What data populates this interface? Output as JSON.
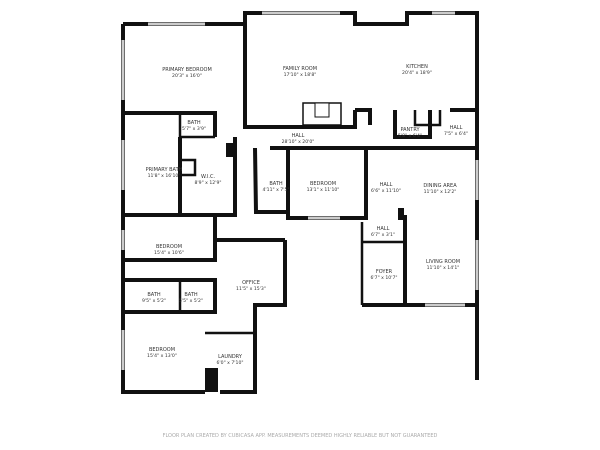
{
  "rooms": {
    "primary_bedroom": {
      "name": "PRIMARY BEDROOM",
      "dim": "20'3\" x 16'0\""
    },
    "family_room": {
      "name": "FAMILY ROOM",
      "dim": "17'10\" x 18'8\""
    },
    "kitchen": {
      "name": "KITCHEN",
      "dim": "20'4\" x 18'9\""
    },
    "bath_primary_small": {
      "name": "BATH",
      "dim": "5'7\" x 3'9\""
    },
    "hall_main": {
      "name": "HALL",
      "dim": "28'10\" x 20'0\""
    },
    "pantry": {
      "name": "PANTRY",
      "dim": "5'8\" x 6'4\""
    },
    "hall_kitchen": {
      "name": "HALL",
      "dim": "7'5\" x 6'4\""
    },
    "primary_bath": {
      "name": "PRIMARY BATH",
      "dim": "11'8\" x 16'10\""
    },
    "wic": {
      "name": "W.I.C.",
      "dim": "8'9\" x 12'9\""
    },
    "bath_center": {
      "name": "BATH",
      "dim": "4'11\" x 7'5\""
    },
    "bedroom_center": {
      "name": "BEDROOM",
      "dim": "13'1\" x 11'10\""
    },
    "hall_center": {
      "name": "HALL",
      "dim": "6'6\" x 11'10\""
    },
    "dining_area": {
      "name": "DINING AREA",
      "dim": "11'10\" x 12'2\""
    },
    "hall_foyer": {
      "name": "HALL",
      "dim": "6'7\" x 3'1\""
    },
    "foyer": {
      "name": "FOYER",
      "dim": "6'7\" x 10'7\""
    },
    "living_room": {
      "name": "LIVING ROOM",
      "dim": "11'10\" x 14'1\""
    },
    "bedroom_left": {
      "name": "BEDROOM",
      "dim": "15'4\" x 10'6\""
    },
    "office": {
      "name": "OFFICE",
      "dim": "11'5\" x 15'3\""
    },
    "bath_left_a": {
      "name": "BATH",
      "dim": "9'5\" x 5'2\""
    },
    "bath_left_b": {
      "name": "BATH",
      "dim": "5'5\" x 5'2\""
    },
    "bedroom_bottom": {
      "name": "BEDROOM",
      "dim": "15'4\" x 13'0\""
    },
    "laundry": {
      "name": "LAUNDRY",
      "dim": "6'0\" x 7'10\""
    }
  },
  "footer": "FLOOR PLAN CREATED BY CUBICASA APP. MEASUREMENTS DEEMED HIGHLY RELIABLE BUT NOT GUARANTEED"
}
